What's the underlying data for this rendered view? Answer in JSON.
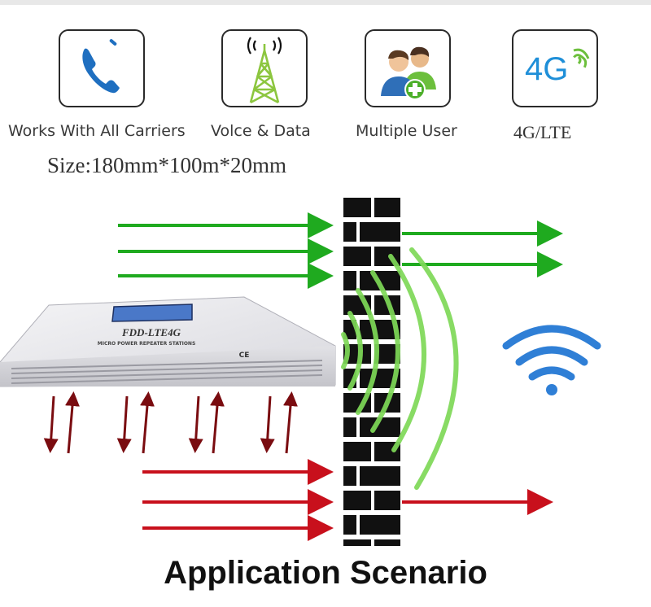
{
  "features": [
    {
      "label": "Works With All Carriers",
      "icon": "phone-icon"
    },
    {
      "label": "Volce & Data",
      "icon": "signal-tower-icon"
    },
    {
      "label": "Multiple User",
      "icon": "users-add-icon"
    },
    {
      "label": "4G/LTE",
      "icon": "4g-signal-icon",
      "icon_text": "4G"
    }
  ],
  "size_text": "Size:180mm*100m*20mm",
  "device": {
    "model": "FDD-LTE4G",
    "subtitle": "MICRO POWER REPEATER STATIONS",
    "cert_mark": "CE"
  },
  "title": "Application Scenario",
  "colors": {
    "green_arrow": "#1faa1f",
    "red_arrow": "#c8101c",
    "dark_red_arrow": "#7a0c10",
    "wave_green": "#7ed957",
    "wifi_blue": "#2f7fd6",
    "brick": "#111111",
    "phone_blue": "#1f6fc0"
  }
}
